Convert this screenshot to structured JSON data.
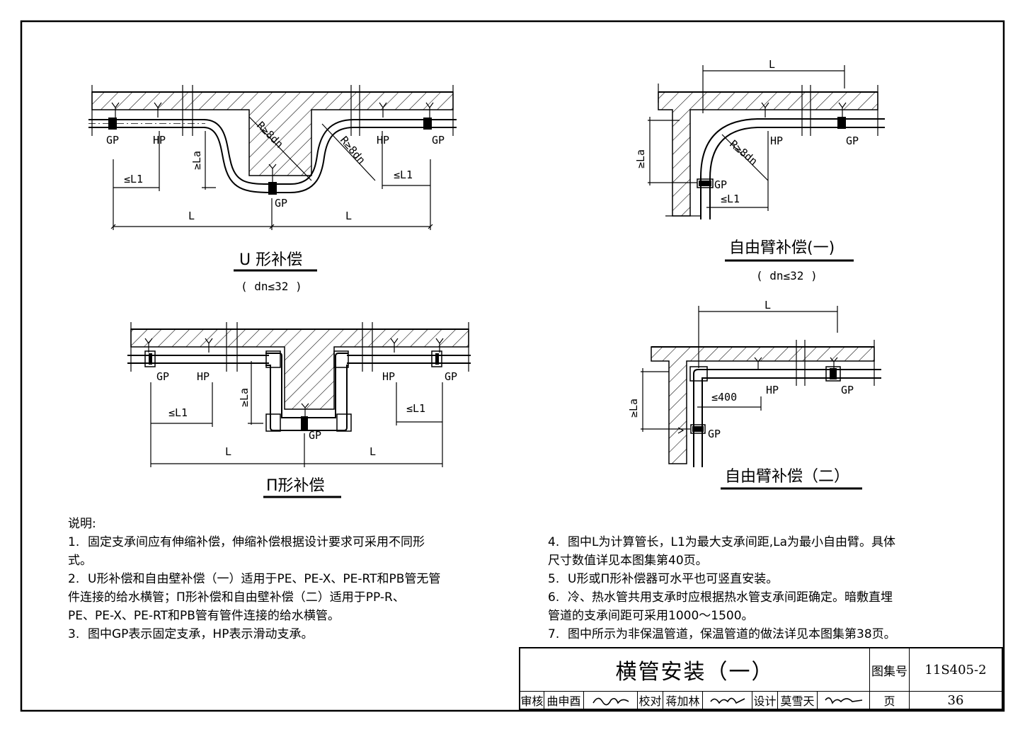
{
  "labels": {
    "gp": "GP",
    "hp": "HP",
    "L": "L",
    "L1": "≤L1",
    "La": "≥La",
    "R": "R≥8dn",
    "d400": "≤400"
  },
  "diagrams": {
    "u_shape": {
      "title": "U 形补偿",
      "subtitle": "( dn≤32 )"
    },
    "pi_shape": {
      "title": "Π形补偿"
    },
    "free_arm_1": {
      "title": "自由臂补偿(一)",
      "subtitle": "( dn≤32 )"
    },
    "free_arm_2": {
      "title": "自由臂补偿（二）"
    }
  },
  "notes": {
    "heading": "说明:",
    "items": [
      {
        "num": "1.",
        "lines": [
          "固定支承间应有伸缩补偿，伸缩补偿根据设计要求可采用不同形",
          "式。"
        ]
      },
      {
        "num": "2.",
        "lines": [
          "U形补偿和自由壁补偿（一）适用于PE、PE-X、PE-RT和PB管无管",
          "件连接的给水横管；Π形补偿和自由壁补偿（二）适用于PP-R、",
          "PE、PE-X、PE-RT和PB管有管件连接的给水横管。"
        ]
      },
      {
        "num": "3.",
        "lines": [
          "图中GP表示固定支承，HP表示滑动支承。"
        ]
      },
      {
        "num": "4.",
        "lines": [
          "图中L为计算管长，L1为最大支承间距,La为最小自由臂。具体",
          "尺寸数值详见本图集第40页。"
        ]
      },
      {
        "num": "5.",
        "lines": [
          "U形或Π形补偿器可水平也可竖直安装。"
        ]
      },
      {
        "num": "6.",
        "lines": [
          "冷、热水管共用支承时应根据热水管支承间距确定。暗敷直埋",
          "管道的支承间距可采用1000～1500。"
        ]
      },
      {
        "num": "7.",
        "lines": [
          "图中所示为非保温管道，保温管道的做法详见本图集第38页。"
        ]
      }
    ]
  },
  "titleblock": {
    "title": "横管安装（一）",
    "atlas_label": "图集号",
    "atlas_no": "11S405-2",
    "page_label": "页",
    "page_no": "36",
    "review_label": "审核",
    "reviewer": "曲申酉",
    "check_label": "校对",
    "checker": "蒋加林",
    "design_label": "设计",
    "designer": "莫雪天"
  }
}
